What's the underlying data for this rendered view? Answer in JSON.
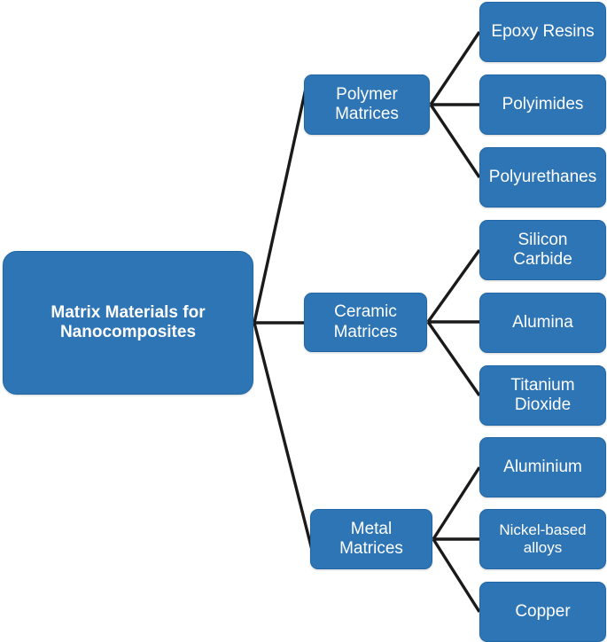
{
  "diagram": {
    "type": "tree",
    "title": "Matrix Materials for Nanocomposites",
    "colors": {
      "node_fill": "#2E75B6",
      "node_border": "#2167A5",
      "node_text": "#FFFFFF",
      "edge": "#1A1A1A",
      "background": "#FFFFFF"
    },
    "root": {
      "label": "Matrix Materials for\nNanocomposites"
    },
    "branches": [
      {
        "label": "Polymer\nMatrices",
        "leaves": [
          {
            "label": "Epoxy Resins"
          },
          {
            "label": "Polyimides"
          },
          {
            "label": "Polyurethanes"
          }
        ]
      },
      {
        "label": "Ceramic\nMatrices",
        "leaves": [
          {
            "label": "Silicon\nCarbide"
          },
          {
            "label": "Alumina"
          },
          {
            "label": "Titanium\nDioxide"
          }
        ]
      },
      {
        "label": "Metal\nMatrices",
        "leaves": [
          {
            "label": "Aluminium"
          },
          {
            "label": "Nickel-based\nalloys"
          },
          {
            "label": "Copper"
          }
        ]
      }
    ]
  }
}
